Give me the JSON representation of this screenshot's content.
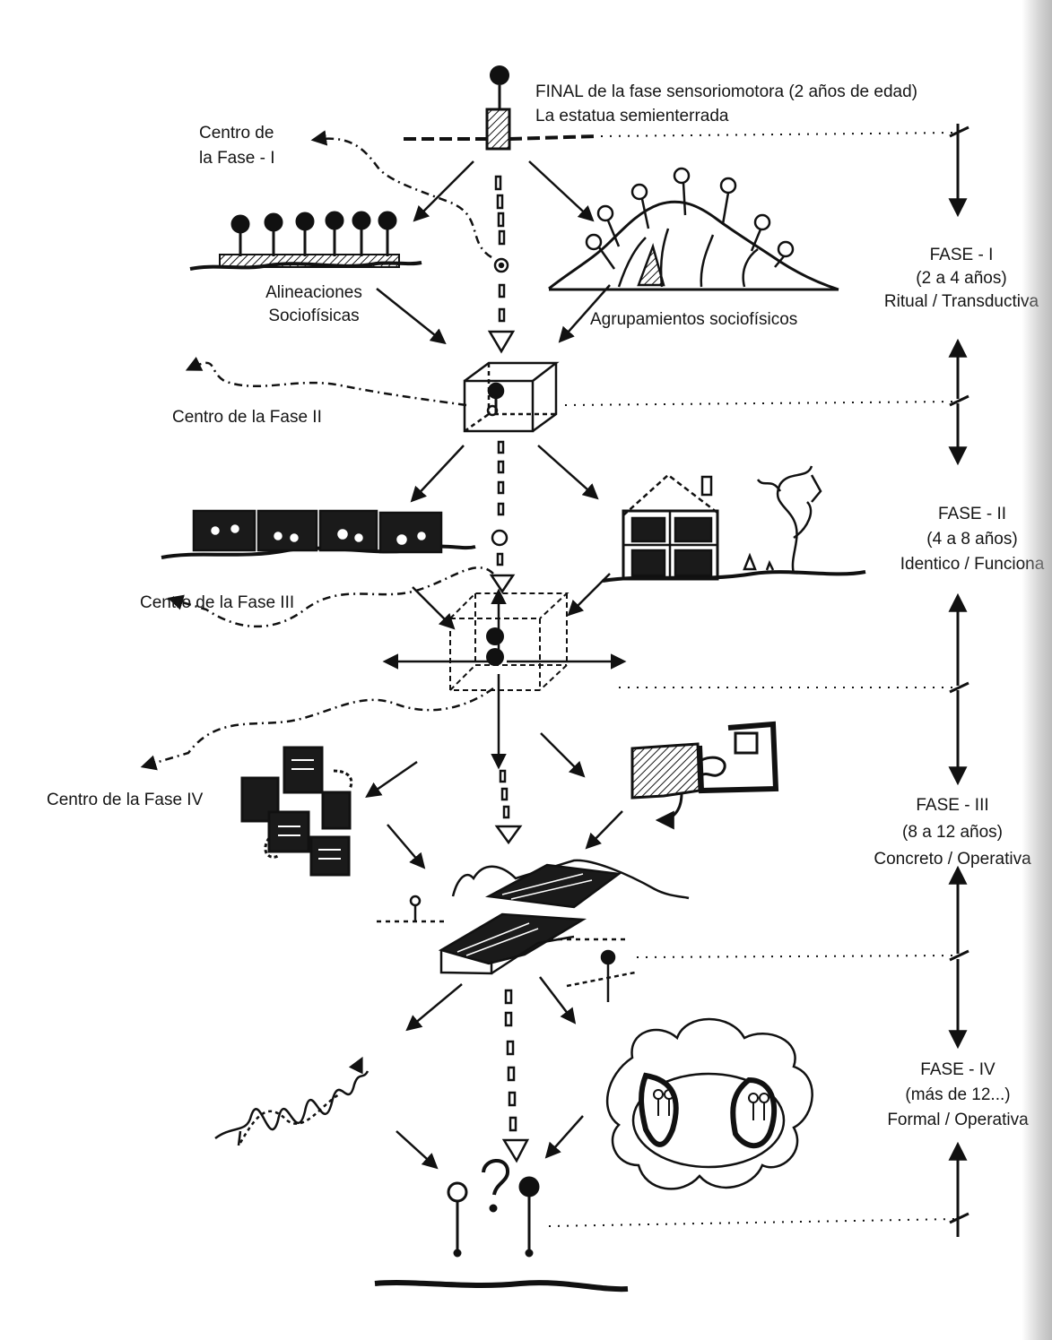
{
  "title": {
    "line1": "FINAL de la fase sensoriomotora (2 años de edad)",
    "line2": "La estatua semienterrada"
  },
  "centers": {
    "phase1_line1": "Centro de",
    "phase1_line2": "la Fase - I",
    "phase2": "Centro de la Fase II",
    "phase3": "Centro de la Fase III",
    "phase4": "Centro de la Fase IV"
  },
  "groups": {
    "alignments_line1": "Alineaciones",
    "alignments_line2": "Sociofísicas",
    "groupings": "Agrupamientos sociofísicos"
  },
  "phases": [
    {
      "name": "FASE - I",
      "ages": "(2 a 4 años)",
      "type": "Ritual / Transductiva"
    },
    {
      "name": "FASE - II",
      "ages": "(4 a 8 años)",
      "type": "Identico / Funciona"
    },
    {
      "name": "FASE - III",
      "ages": "(8 a 12 años)",
      "type": "Concreto / Operativa"
    },
    {
      "name": "FASE - IV",
      "ages": "(más de 12...)",
      "type": "Formal / Operativa"
    }
  ],
  "colors": {
    "ink": "#111111",
    "paper": "#ffffff",
    "edge_shadow": "#a8a8a8"
  }
}
